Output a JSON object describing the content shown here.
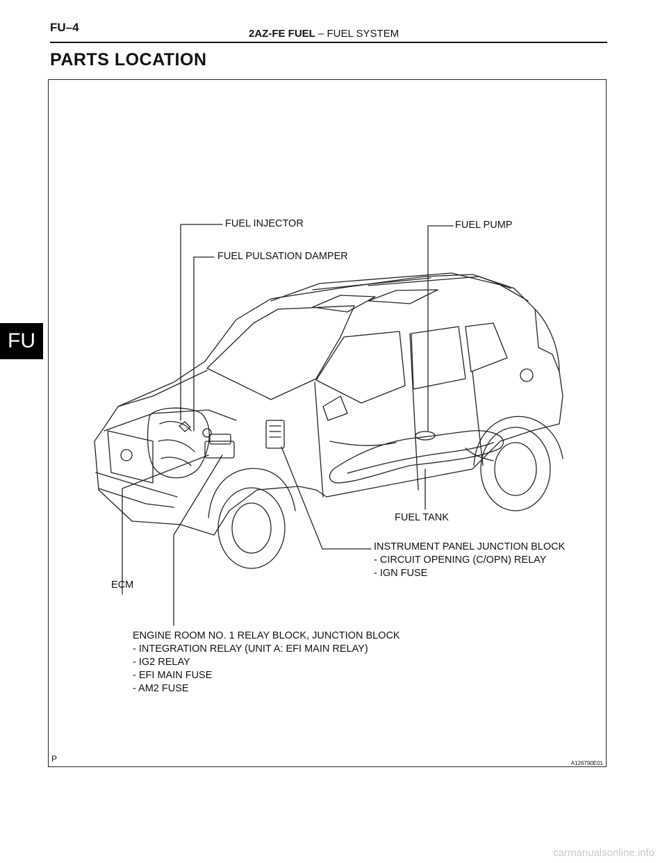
{
  "header": {
    "page_number": "FU–4",
    "title_bold": "2AZ-FE FUEL",
    "title_rest": "  –  FUEL SYSTEM"
  },
  "side_tab": "FU",
  "section_title": "PARTS LOCATION",
  "figure": {
    "labels": {
      "fuel_injector": "FUEL INJECTOR",
      "fuel_pulsation_damper": "FUEL PULSATION DAMPER",
      "fuel_pump": "FUEL PUMP",
      "fuel_tank": "FUEL TANK",
      "ip_junction_block": "INSTRUMENT PANEL JUNCTION BLOCK\n- CIRCUIT OPENING (C/OPN) RELAY\n- IGN FUSE",
      "ecm": "ECM",
      "engine_room_relay_block": "ENGINE ROOM NO. 1 RELAY BLOCK, JUNCTION BLOCK\n- INTEGRATION RELAY (UNIT A: EFI MAIN RELAY)\n- IG2 RELAY\n- EFI MAIN FUSE\n- AM2 FUSE"
    },
    "corner_mark": "P",
    "figure_id": "A126790E01"
  },
  "watermark": "carmanualsonline.info"
}
